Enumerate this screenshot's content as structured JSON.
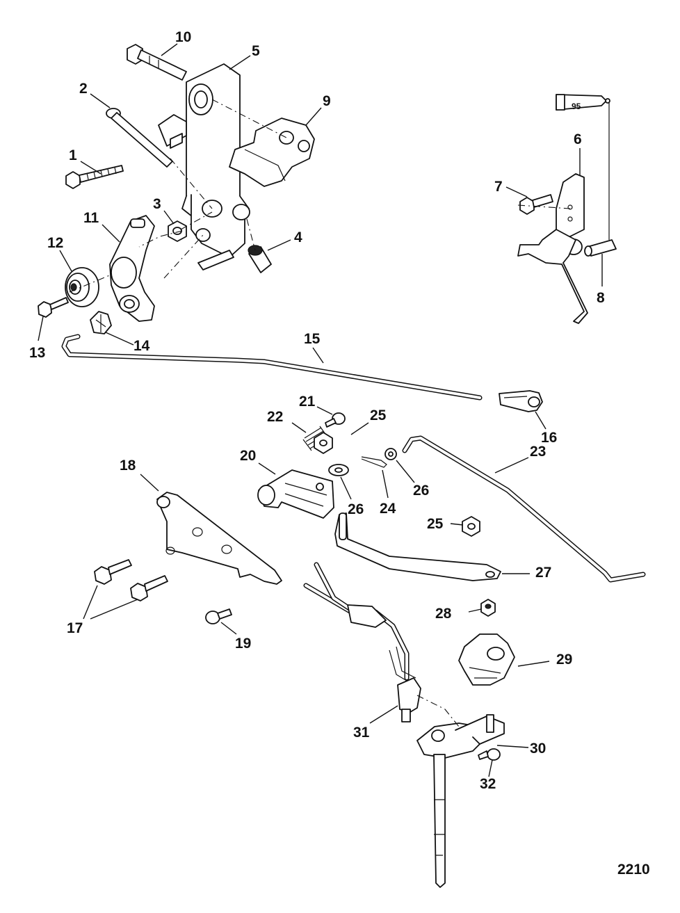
{
  "figure_number": "2210",
  "sealant_tube_label": "95",
  "callouts": [
    "1",
    "2",
    "3",
    "4",
    "5",
    "6",
    "7",
    "8",
    "9",
    "10",
    "11",
    "12",
    "13",
    "14",
    "15",
    "16",
    "17",
    "18",
    "19",
    "20",
    "21",
    "22",
    "23",
    "24",
    "25",
    "25",
    "26",
    "26",
    "27",
    "28",
    "29",
    "30",
    "31",
    "32"
  ]
}
